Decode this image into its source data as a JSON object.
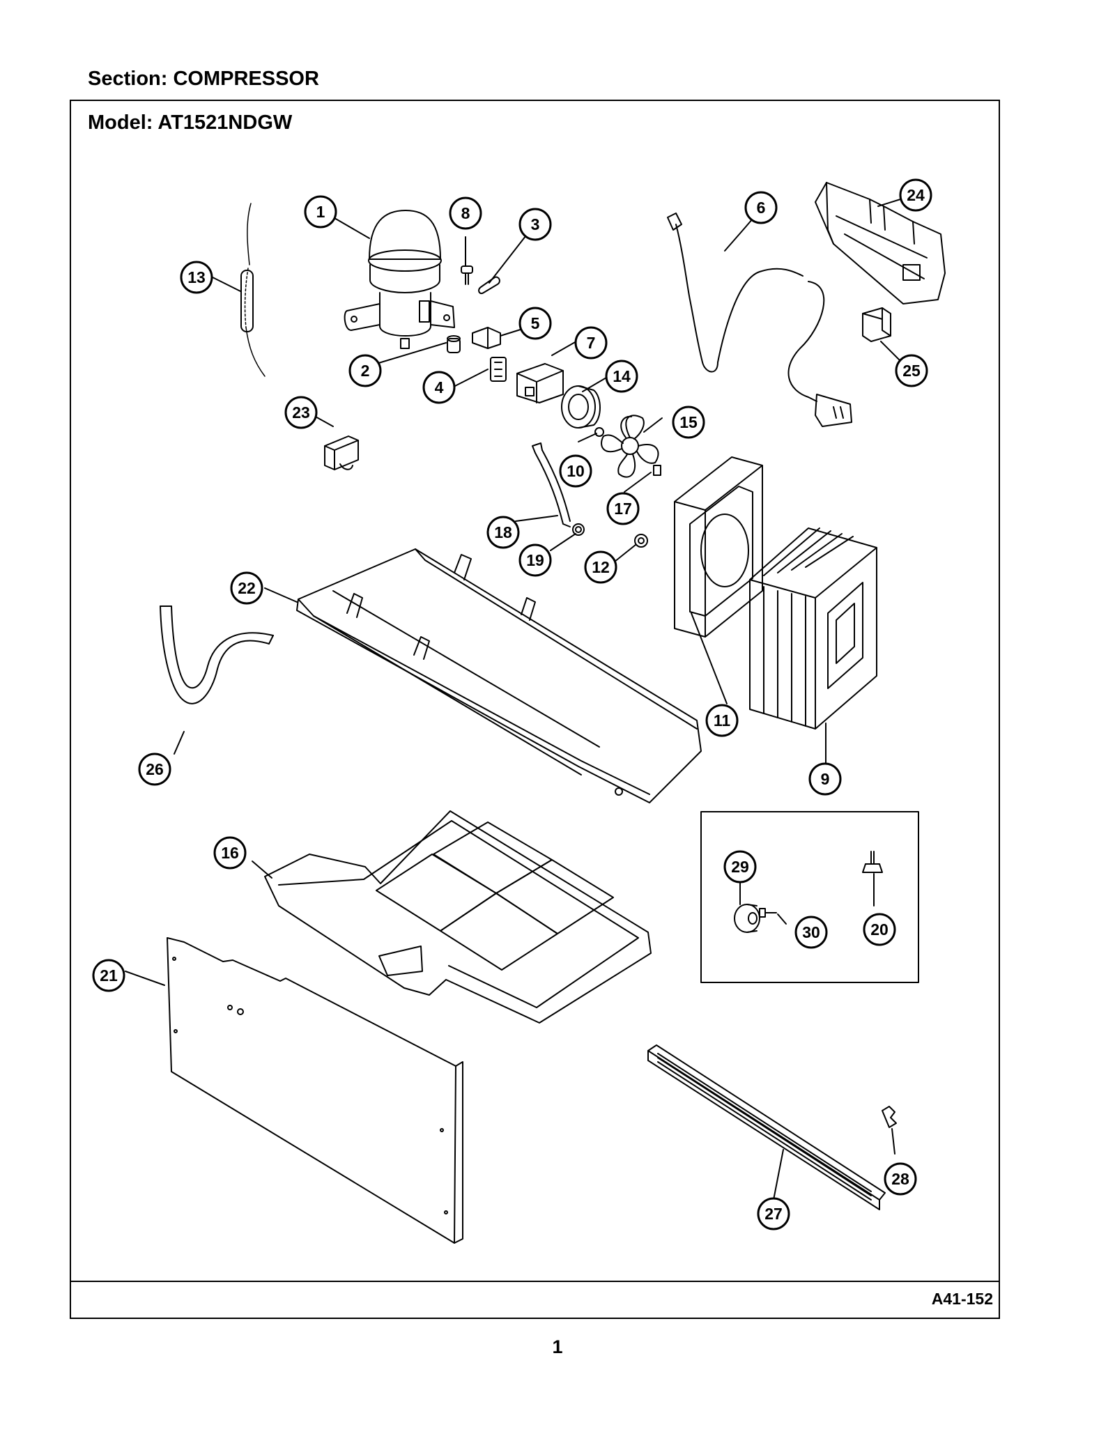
{
  "header": {
    "section": "Section:  COMPRESSOR",
    "model": "Model:  AT1521NDGW"
  },
  "footer": {
    "reference": "A41-152",
    "page": "1"
  },
  "callouts": [
    {
      "id": "callout-1",
      "label": "1"
    },
    {
      "id": "callout-2",
      "label": "2"
    },
    {
      "id": "callout-3",
      "label": "3"
    },
    {
      "id": "callout-4",
      "label": "4"
    },
    {
      "id": "callout-5",
      "label": "5"
    },
    {
      "id": "callout-6",
      "label": "6"
    },
    {
      "id": "callout-7",
      "label": "7"
    },
    {
      "id": "callout-8",
      "label": "8"
    },
    {
      "id": "callout-9",
      "label": "9"
    },
    {
      "id": "callout-10",
      "label": "10"
    },
    {
      "id": "callout-11",
      "label": "11"
    },
    {
      "id": "callout-12",
      "label": "12"
    },
    {
      "id": "callout-13",
      "label": "13"
    },
    {
      "id": "callout-14",
      "label": "14"
    },
    {
      "id": "callout-15",
      "label": "15"
    },
    {
      "id": "callout-16",
      "label": "16"
    },
    {
      "id": "callout-17",
      "label": "17"
    },
    {
      "id": "callout-18",
      "label": "18"
    },
    {
      "id": "callout-19",
      "label": "19"
    },
    {
      "id": "callout-20",
      "label": "20"
    },
    {
      "id": "callout-21",
      "label": "21"
    },
    {
      "id": "callout-22",
      "label": "22"
    },
    {
      "id": "callout-23",
      "label": "23"
    },
    {
      "id": "callout-24",
      "label": "24"
    },
    {
      "id": "callout-25",
      "label": "25"
    },
    {
      "id": "callout-26",
      "label": "26"
    },
    {
      "id": "callout-27",
      "label": "27"
    },
    {
      "id": "callout-28",
      "label": "28"
    },
    {
      "id": "callout-29",
      "label": "29"
    },
    {
      "id": "callout-30",
      "label": "30"
    }
  ]
}
